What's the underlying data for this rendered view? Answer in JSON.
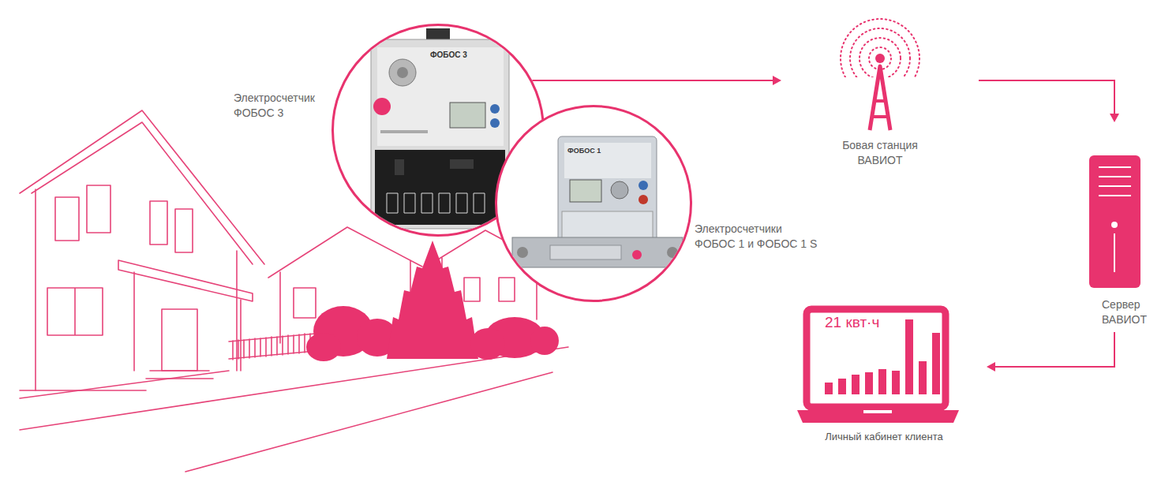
{
  "diagram": {
    "nodes": [
      {
        "text": [
          "Электросчетчик ФОБОС 3",
          "ФОБОС 3"
        ]
      },
      {
        "text": [
          "Электросчетчики ФОБОС 1 и ФОБОС 1 S",
          "ФОБОС 1"
        ]
      },
      {
        "text": [
          "Бовая станция ВАВИОТ"
        ]
      },
      {
        "text": [
          "Сервер ВАВИОТ"
        ]
      },
      {
        "text": [
          "21 квт·ч",
          "Личный кабинет клиента"
        ]
      }
    ],
    "edges": [
      {
        "from": 0,
        "to": 2,
        "arrow": "to"
      },
      {
        "from": 2,
        "to": 3,
        "arrow": "to"
      },
      {
        "from": 3,
        "to": 4,
        "arrow": "to"
      }
    ]
  }
}
